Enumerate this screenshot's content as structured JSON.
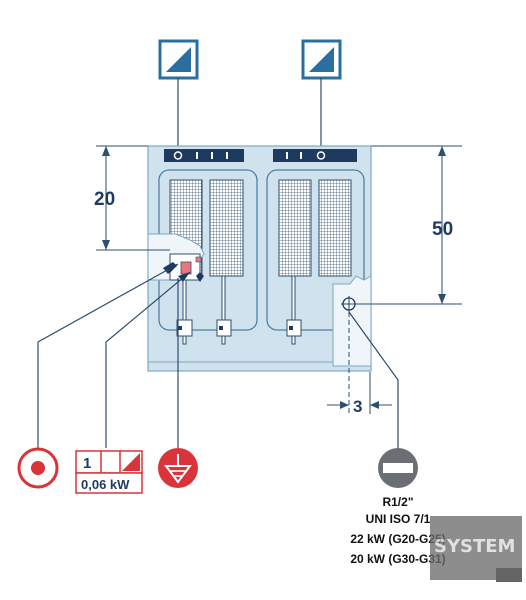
{
  "dimensions": {
    "left_height": "20",
    "right_height": "50",
    "bottom_offset": "3"
  },
  "electrical": {
    "phase": "1",
    "power": "0,06 kW"
  },
  "gas": {
    "thread": "R1/2\"",
    "standard": "UNI ISO 7/1",
    "power_g20_g25": "22 kW (G20-G25)",
    "power_g30_g31": "20 kW (G30-G31)"
  },
  "watermark": {
    "text": "SYSTEM"
  },
  "colors": {
    "accent_blue": "#2b6fa0",
    "panel_fill": "#cfe2ee",
    "panel_stroke": "#7ea8c4",
    "dark_navy": "#1e3a5f",
    "warning_red": "#d8343a",
    "gas_grey": "#6b6f73"
  },
  "icons": {
    "top_left": "voltage-icon",
    "top_right": "voltage-icon",
    "electrical_connection": "electrical-connection-icon",
    "equipotential": "equipotential-icon",
    "gas_inlet": "gas-inlet-icon"
  }
}
